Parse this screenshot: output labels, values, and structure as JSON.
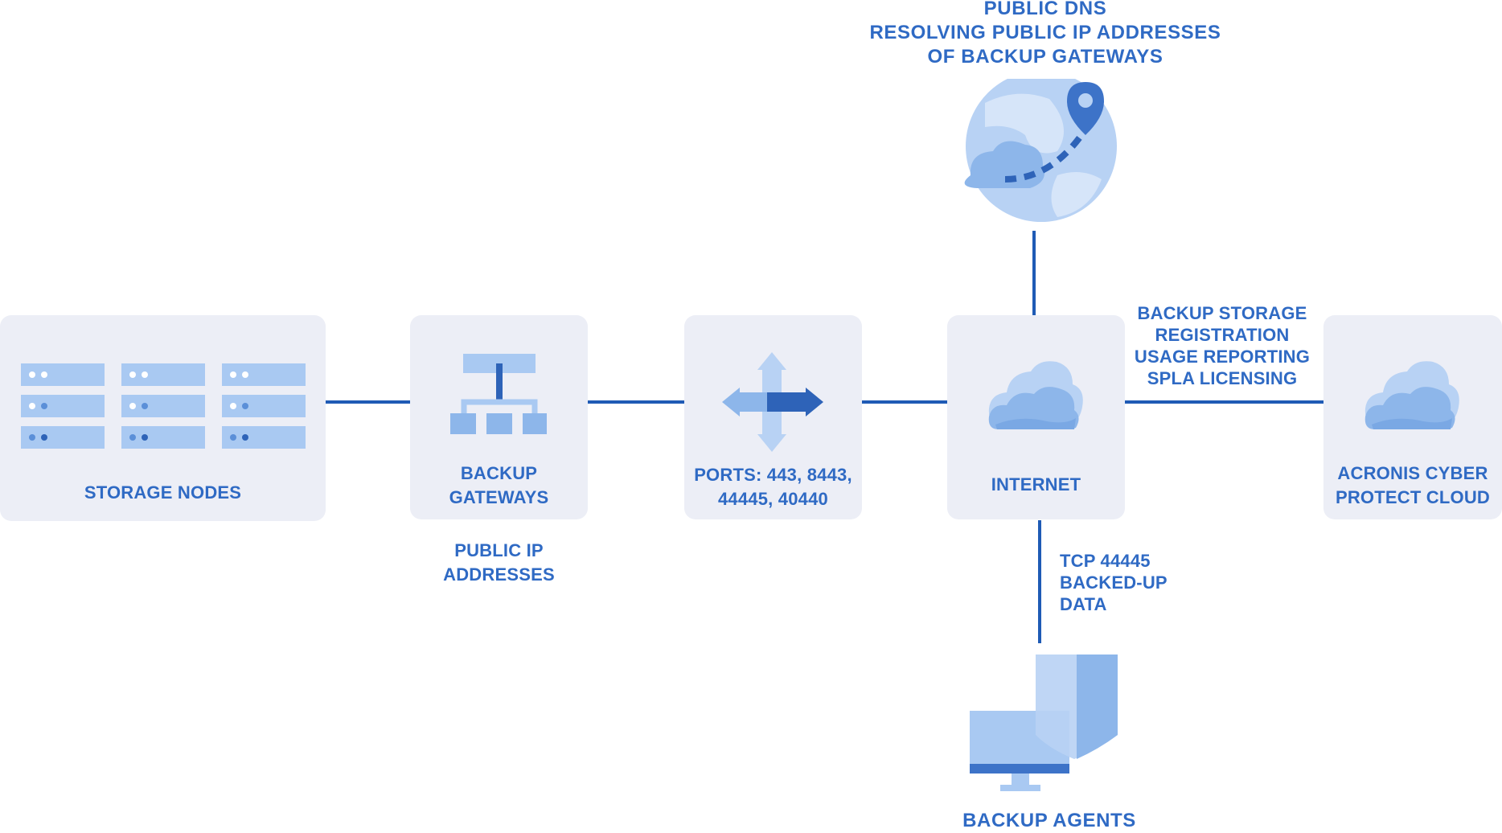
{
  "colors": {
    "line": "#1f5bb5",
    "text": "#2f6ac4",
    "box": "#eceef6",
    "icon_light": "#b8d2f4",
    "icon_mid": "#8db6ea",
    "icon_dark": "#3d73c8"
  },
  "dns": {
    "lines": [
      "PUBLIC DNS",
      "RESOLVING PUBLIC IP ADDRESSES",
      "OF BACKUP GATEWAYS"
    ],
    "icon": "globe-location-icon"
  },
  "storage": {
    "label": "STORAGE NODES",
    "icon": "server-rack-icon"
  },
  "gateways": {
    "lines": [
      "BACKUP",
      "GATEWAYS"
    ],
    "icon": "network-hierarchy-icon",
    "note": [
      "PUBLIC IP",
      "ADDRESSES"
    ]
  },
  "ports": {
    "lines": [
      "PORTS: 443, 8443,",
      "44445, 40440"
    ],
    "icon": "move-arrows-icon"
  },
  "internet": {
    "label": "INTERNET",
    "icon": "cloud-icon"
  },
  "cloud_link": {
    "lines": [
      "BACKUP STORAGE",
      "REGISTRATION",
      "USAGE REPORTING",
      "SPLA LICENSING"
    ]
  },
  "acronis": {
    "lines": [
      "ACRONIS CYBER",
      "PROTECT CLOUD"
    ],
    "icon": "cloud-icon"
  },
  "agent_link": {
    "lines": [
      "TCP 44445",
      "BACKED-UP",
      "DATA"
    ]
  },
  "agents": {
    "label": "BACKUP AGENTS",
    "icon": "monitor-shield-icon"
  }
}
